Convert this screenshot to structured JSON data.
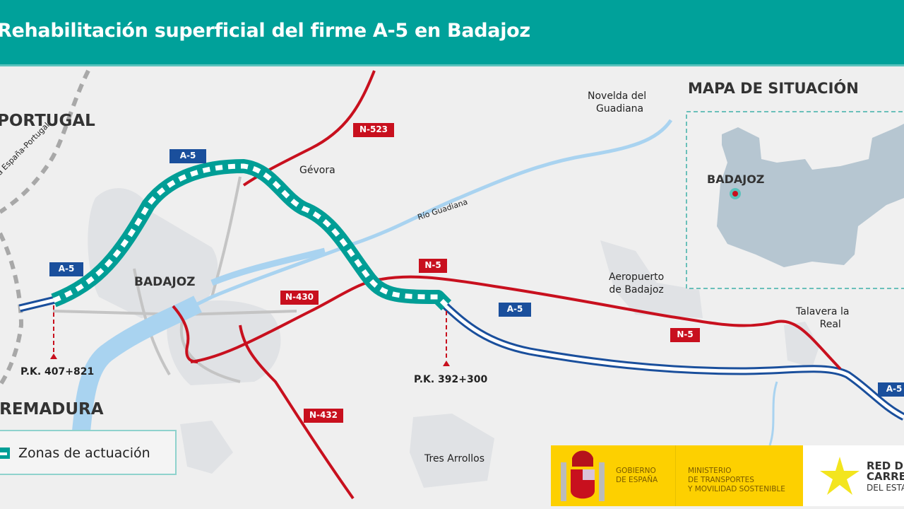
{
  "header": {
    "title": "Rehabilitación superficial del firme A-5 en Badajoz"
  },
  "map": {
    "countries": {
      "portugal": "PORTUGAL",
      "extremadura": "EXTREMADURA"
    },
    "border_label": "Frontera España-Portugal",
    "places": {
      "badajoz": "BADAJOZ",
      "gevora": "Gévora",
      "novelda_1": "Novelda del",
      "novelda_2": "Guadiana",
      "aeropuerto_1": "Aeropuerto",
      "aeropuerto_2": "de Badajoz",
      "talavera_1": "Talavera la",
      "talavera_2": "Real",
      "tres_arrollos": "Tres Arrollos"
    },
    "river": "Río Guadiana",
    "roads": {
      "a5": "A-5",
      "n523": "N-523",
      "n5": "N-5",
      "n430": "N-430",
      "n432": "N-432"
    },
    "pk_start": "P.K. 407+821",
    "pk_end": "P.K. 392+300",
    "colors": {
      "header": "#00a19a",
      "zone": "#009e96",
      "national_road": "#c8101e",
      "motorway": "#1a4f9c",
      "river": "#a9d3f0"
    }
  },
  "inset": {
    "title": "MAPA DE SITUACIÓN",
    "marker_label": "BADAJOZ"
  },
  "legend": {
    "zone_label": "Zonas de actuación"
  },
  "logos": {
    "gobierno": [
      "GOBIERNO",
      "DE ESPAÑA"
    ],
    "ministerio": [
      "MINISTERIO",
      "DE TRANSPORTES",
      "Y MOVILIDAD SOSTENIBLE"
    ],
    "red": [
      "RED DE",
      "CARRETERAS",
      "DEL ESTADO"
    ]
  }
}
